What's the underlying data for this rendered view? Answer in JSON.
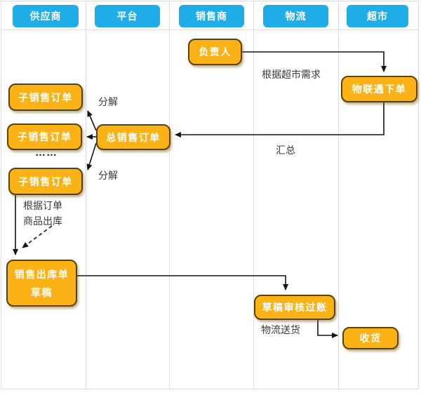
{
  "diagram": {
    "lanes": [
      "供应商",
      "平台",
      "销售商",
      "物流",
      "超市"
    ],
    "nodes": {
      "fuzeren": {
        "label": "负责人"
      },
      "wulian_xiadan": {
        "label": "物联通下单"
      },
      "zi1": {
        "label": "子销售订单"
      },
      "zi2": {
        "label": "子销售订单"
      },
      "zi3": {
        "label": "子销售订单"
      },
      "zong": {
        "label": "总销售订单"
      },
      "chuku": {
        "line1": "销售出库单",
        "line2": "草稿"
      },
      "shenhe": {
        "label": "草稿审核过账"
      },
      "shouhuo": {
        "label": "收货"
      }
    },
    "labels": {
      "genju_chaoshi_xuqiu": "根据超市需求",
      "fenjie_top": "分解",
      "fenjie_bottom": "分解",
      "ellipsis": "……",
      "huizong": "汇总",
      "genju_dingdan": "根据订单",
      "shangpin_chuku": "商品出库",
      "wuliu_songhuo": "物流送货"
    },
    "colors": {
      "lane_header_bg": "#1FADE8",
      "node_fill": "#FBB216",
      "node_border": "#55430b",
      "grid_line": "#dcdcdc",
      "text_dark": "#3a3a3a",
      "arrow": "#141414"
    }
  }
}
